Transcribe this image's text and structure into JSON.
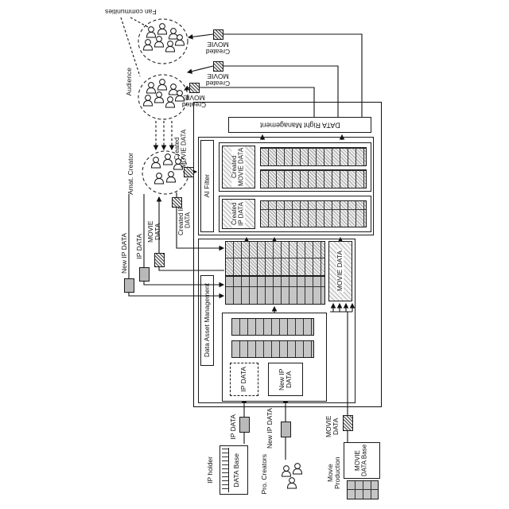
{
  "labels": {
    "fan_communities": "Fan communities",
    "audience": "Audience",
    "created_movie": "Created MOVIE",
    "data_right_management": "DATA Right Management",
    "amat_creator": "Amat. Creator",
    "created_movie_data": "Created MOVIE DATA",
    "ai_filter": "AI Filter",
    "created_ip_data": "Created IP DATA",
    "new_ip_data": "New IP DATA",
    "ip_data": "IP DATA",
    "movie_data": "MOVIE DATA",
    "data_asset_management": "Data Asset Management",
    "ip_holder": "IP holder",
    "data_base": "DATA Base",
    "pro_creators": "Pro. Creators",
    "movie_production": "Movie Production",
    "movie_data_base": "MOVIE DATA Base"
  },
  "colors": {
    "line": "#111111",
    "gray_box": "#b9b9b9",
    "grid_gray": "#c6c6c6",
    "background": "#ffffff"
  }
}
